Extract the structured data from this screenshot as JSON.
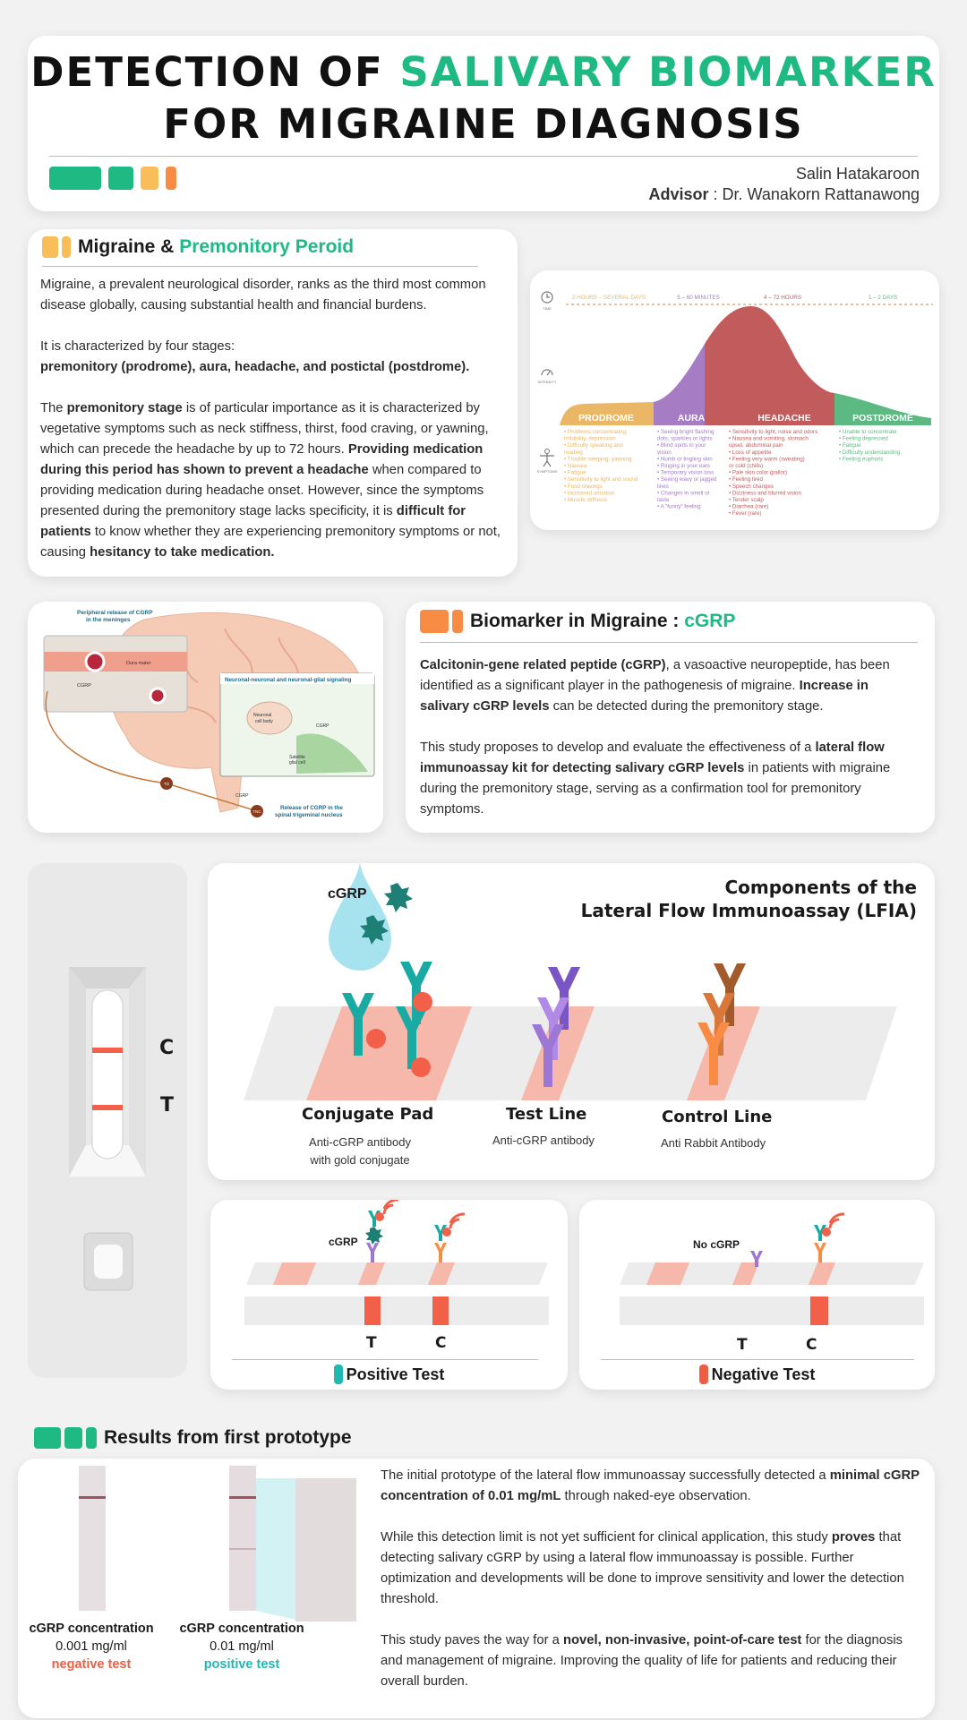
{
  "header": {
    "title_part1": "DETECTION OF ",
    "title_highlight": "SALIVARY BIOMARKER",
    "title_line2": "FOR MIGRAINE DIAGNOSIS",
    "author": "Salin Hatakaroon",
    "advisor_label": "Advisor",
    "advisor_sep": " : ",
    "advisor_name": "Dr. Wanakorn Rattanawong"
  },
  "migraine": {
    "title_part1": "Migraine & ",
    "title_highlight": "Premonitory Peroid",
    "p1": "Migraine, a prevalent neurological disorder, ranks as the third most common disease globally, causing substantial health and financial burdens.",
    "p2a": "It is characterized by four stages:",
    "p2b": "premonitory (prodrome), aura, headache, and postictal (postdrome).",
    "p3_1": "The ",
    "p3_2": "premonitory stage",
    "p3_3": " is of particular importance as it is characterized by vegetative symptoms such as neck stiffness, thirst, food craving, or yawning, which can precede the headache by up to 72 hours. ",
    "p3_4": "Providing medication during this period has shown to prevent a headache",
    "p3_5": " when compared to providing medication during headache onset. However, since the symptoms presented during the premonitory stage lacks specificity, it is ",
    "p3_6": "difficult for patients",
    "p3_7": " to know whether they are experiencing premonitory symptoms or not, causing ",
    "p3_8": "hesitancy to take medication."
  },
  "stages": {
    "icon_labels": [
      "TIME",
      "INTENSITY",
      "SYMPTOMS"
    ],
    "durations": [
      "2 HOURS – SEVERAL DAYS",
      "5 – 60 MINUTES",
      "4 – 72 HOURS",
      "1 – 2 DAYS"
    ],
    "names": [
      "PRODROME",
      "AURA",
      "HEADACHE",
      "POSTDROME"
    ],
    "prodrome": [
      "• Problems concentrating,",
      "  irritability, depression",
      "• Difficulty speaking and",
      "  reading",
      "• Trouble sleeping, yawning",
      "• Nausea",
      "• Fatigue",
      "• Sensitivity to light and sound",
      "• Food cravings",
      "• Increased urination",
      "• Muscle stiffness"
    ],
    "aura": [
      "• Seeing bright flashing",
      "  dots, sparkles or lights",
      "• Blind spots in your",
      "  vision",
      "• Numb or tingling skin",
      "• Ringing in your ears",
      "• Temporary vision loss",
      "• Seeing wavy or jagged",
      "  lines",
      "• Changes in smell or",
      "  taste",
      "• A \"funny\" feeling"
    ],
    "headache": [
      "• Sensitivity to light, noise and odors",
      "• Nausea and vomiting, stomach",
      "  upset, abdominal pain",
      "• Loss of appetite",
      "• Feeling very warm (sweating)",
      "  or cold (chills)",
      "• Pale skin color (pallor)",
      "• Feeling tired",
      "• Speech changes",
      "• Dizziness and blurred vision",
      "• Tender scalp",
      "• Diarrhea (rare)",
      "• Fever (rare)"
    ],
    "postdrome": [
      "• Unable to concentrate",
      "• Feeling depressed",
      "• Fatigue",
      "• Difficulty understanding",
      "• Feeling euphoric"
    ]
  },
  "brain": {
    "label_peripheral": "Peripheral release of CGRP",
    "label_peripheral2": "in the meninges",
    "label_dura": "Dura mater",
    "label_cgrp": "CGRP",
    "label_neuronal": "Neuronal-neuronal and neuronal-glial signaling",
    "label_cellbody": "Neuronal",
    "label_cellbody2": "cell body",
    "label_cgrp2": "CGRP",
    "label_glial": "Satellite",
    "label_glial2": "glial cell",
    "label_tg": "TG",
    "label_tnc": "TNC",
    "label_cgrp3": "CGRP",
    "label_release": "Release of CGRP in the",
    "label_release2": "spinal trigeminal nucleus"
  },
  "biomarker": {
    "title_part1": "Biomarker in Migraine : ",
    "title_highlight": "cGRP",
    "p1_1": "Calcitonin-gene related peptide (cGRP)",
    "p1_2": ", a vasoactive neuropeptide, has been identified as a significant player in the pathogenesis of migraine. ",
    "p1_3": "Increase in salivary cGRP levels",
    "p1_4": " can be detected during the premonitory stage.",
    "p2_1": "This study proposes to develop and evaluate the effectiveness of a ",
    "p2_2": "lateral flow immunoassay kit for detecting salivary cGRP levels",
    "p2_3": " in patients with migraine during the premonitory stage, serving as a confirmation tool for premonitory symptoms."
  },
  "cassette": {
    "c_label": "C",
    "t_label": "T"
  },
  "lfia": {
    "title1": "Components of the",
    "title2": "Lateral Flow Immunoassay (LFIA)",
    "cgrp_label": "cGRP",
    "pad_title": "Conjugate Pad",
    "pad_desc1": "Anti-cGRP antibody",
    "pad_desc2": "with gold conjugate",
    "test_title": "Test Line",
    "test_desc": "Anti-cGRP antibody",
    "control_title": "Control Line",
    "control_desc": "Anti Rabbit Antibody"
  },
  "positive": {
    "label": "cGRP",
    "t": "T",
    "c": "C",
    "caption": "Positive Test"
  },
  "negative": {
    "label": "No cGRP",
    "t": "T",
    "c": "C",
    "caption": "Negative Test"
  },
  "results": {
    "title": "Results from first prototype",
    "strip1_label": "cGRP concentration",
    "strip1_value": "0.001 mg/ml",
    "strip1_result": "negative test",
    "strip2_label": "cGRP concentration",
    "strip2_value": "0.01 mg/ml",
    "strip2_result": "positive test",
    "p1_1": "The initial prototype of the lateral flow immunoassay successfully detected a ",
    "p1_2": "minimal cGRP concentration of 0.01 mg/mL",
    "p1_3": " through naked-eye observation.",
    "p2_1": "While this detection limit is not yet sufficient for clinical application, this study ",
    "p2_2": "proves",
    "p2_3": " that detecting salivary cGRP by using a lateral flow immunoassay is possible. Further optimization and developments will be done to improve sensitivity and lower the detection threshold.",
    "p3_1": "This study paves the way for a ",
    "p3_2": "novel, non-invasive, point-of-care test",
    "p3_3": " for the diagnosis and management of migraine. Improving the quality of life for patients and reducing their overall burden."
  },
  "colors": {
    "green": "#1fba83",
    "teal": "#20b8b0",
    "orange": "#f98c45",
    "yellow": "#f9bd5a",
    "red": "#ef5d42",
    "purple": "#9c77d6",
    "prodrome": "#e9b766",
    "aura": "#a67cc4",
    "headache": "#c25c5c",
    "postdrome": "#5cb982"
  }
}
